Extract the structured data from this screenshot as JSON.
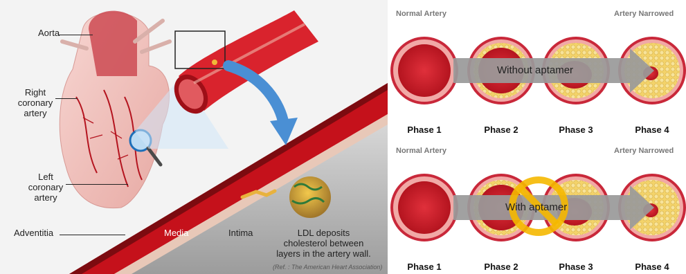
{
  "left_panel": {
    "labels": {
      "aorta": "Aorta",
      "right_coronary": "Right\ncoronary\nartery",
      "left_coronary": "Left\ncoronary\nartery",
      "adventitia": "Adventitia",
      "media": "Media",
      "intima": "Intima",
      "ldl_caption": "LDL deposits\ncholesterol between\nlayers in the artery wall.",
      "reference": "(Ref. : The American Heart Association)"
    },
    "colors": {
      "artery_red": "#c5111b",
      "wall_dark": "#7c0b10",
      "background": "#f3f3f3",
      "arrow_blue": "#4a8fd4"
    }
  },
  "right_panel": {
    "rows": [
      {
        "left_caption": "Normal Artery",
        "right_caption": "Artery Narrowed",
        "arrow_label": "Without aptamer",
        "phases": [
          "Phase 1",
          "Phase 2",
          "Phase 3",
          "Phase 4"
        ],
        "blocked": false
      },
      {
        "left_caption": "Normal Artery",
        "right_caption": "Artery Narrowed",
        "arrow_label": "With aptamer",
        "phases": [
          "Phase 1",
          "Phase 2",
          "Phase 3",
          "Phase 4"
        ],
        "blocked": true
      }
    ],
    "colors": {
      "vessel_red": "#d21f2e",
      "plaque_yellow": "#f3d36a",
      "arrow_gray": "#9a9a9a",
      "prohibit_yellow": "#f5b800"
    }
  }
}
